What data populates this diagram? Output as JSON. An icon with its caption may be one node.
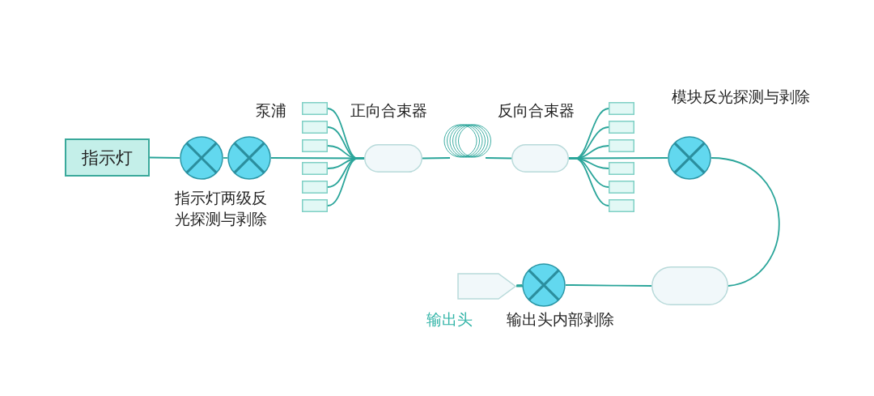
{
  "diagram": {
    "nodes": [
      {
        "text": [
          "指示灯"
        ]
      },
      {
        "text": [],
        "shape": "circle"
      },
      {
        "text": [],
        "shape": "circle"
      },
      {
        "text": [],
        "shape": "box"
      },
      {
        "text": [],
        "shape": "box"
      },
      {
        "text": [],
        "shape": "box"
      },
      {
        "text": [],
        "shape": "box"
      },
      {
        "text": [],
        "shape": "box"
      },
      {
        "text": [],
        "shape": "box"
      },
      {
        "text": [],
        "shape": "capsule"
      },
      {
        "text": [],
        "shape": "coil"
      },
      {
        "text": [],
        "shape": "capsule"
      },
      {
        "text": [],
        "shape": "box"
      },
      {
        "text": [],
        "shape": "box"
      },
      {
        "text": [],
        "shape": "box"
      },
      {
        "text": [],
        "shape": "box"
      },
      {
        "text": [],
        "shape": "box"
      },
      {
        "text": [],
        "shape": "box"
      },
      {
        "text": [],
        "shape": "circle",
        "beside": [
          "模块反光探测与剥除"
        ]
      },
      {
        "text": [],
        "shape": "capsule"
      },
      {
        "text": [],
        "shape": "circle",
        "beside": [
          "输出头内部剥除"
        ]
      },
      {
        "text": [],
        "shape": "pentagon",
        "beside": [
          "输出头"
        ]
      }
    ],
    "edges": [
      {
        "from": 0,
        "to": 1,
        "arrow": "none"
      },
      {
        "from": 1,
        "to": 2,
        "arrow": "none"
      },
      {
        "from": 2,
        "to": 9,
        "arrow": "none"
      },
      {
        "from": 3,
        "to": 9,
        "arrow": "none"
      },
      {
        "from": 4,
        "to": 9,
        "arrow": "none"
      },
      {
        "from": 5,
        "to": 9,
        "arrow": "none"
      },
      {
        "from": 6,
        "to": 9,
        "arrow": "none"
      },
      {
        "from": 7,
        "to": 9,
        "arrow": "none"
      },
      {
        "from": 8,
        "to": 9,
        "arrow": "none"
      },
      {
        "from": 9,
        "to": 10,
        "arrow": "none"
      },
      {
        "from": 10,
        "to": 11,
        "arrow": "none"
      },
      {
        "from": 11,
        "to": 18,
        "arrow": "none"
      },
      {
        "from": 12,
        "to": 11,
        "arrow": "none"
      },
      {
        "from": 13,
        "to": 11,
        "arrow": "none"
      },
      {
        "from": 14,
        "to": 11,
        "arrow": "none"
      },
      {
        "from": 15,
        "to": 11,
        "arrow": "none"
      },
      {
        "from": 16,
        "to": 11,
        "arrow": "none"
      },
      {
        "from": 17,
        "to": 11,
        "arrow": "none"
      },
      {
        "from": 18,
        "to": 19,
        "arrow": "none"
      },
      {
        "from": 19,
        "to": 20,
        "arrow": "none"
      },
      {
        "from": 20,
        "to": 21,
        "arrow": "none"
      }
    ],
    "labels": [
      "泵浦",
      "正向合束器",
      "反向合束器",
      "指示灯两级反光探测与剥除"
    ]
  }
}
